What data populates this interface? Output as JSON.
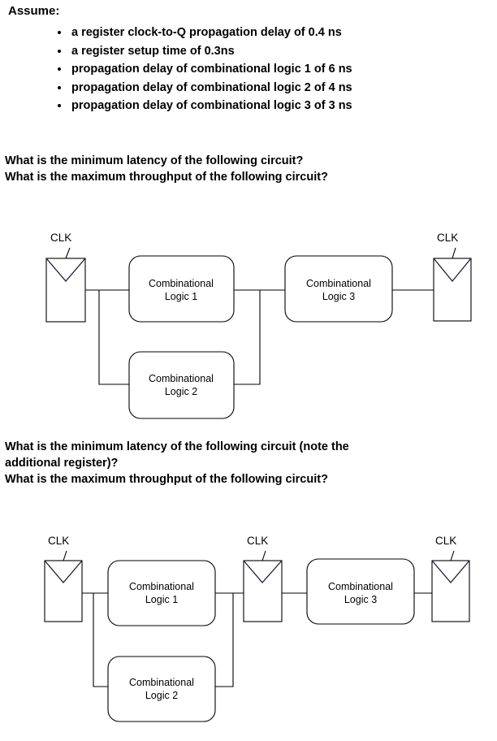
{
  "assume": {
    "heading": "Assume:",
    "items": [
      "a register clock-to-Q propagation delay of 0.4 ns",
      "a register setup time of 0.3ns",
      "propagation delay of combinational logic 1 of 6 ns",
      "propagation delay of combinational logic 2 of 4 ns",
      "propagation delay of combinational logic 3 of 3 ns"
    ]
  },
  "questions": {
    "q1_line1": "What is the minimum latency of the following circuit?",
    "q1_line2": "What is the maximum throughput of the following circuit?",
    "q2_line1": "What is the minimum latency of the following circuit (note the",
    "q2_line2": "additional register)?",
    "q2_line3": "What is the maximum throughput of the following circuit?"
  },
  "diagram1": {
    "clk_left": "CLK",
    "clk_right": "CLK",
    "logic1_line1": "Combinational",
    "logic1_line2": "Logic 1",
    "logic2_line1": "Combinational",
    "logic2_line2": "Logic 2",
    "logic3_line1": "Combinational",
    "logic3_line2": "Logic 3"
  },
  "diagram2": {
    "clk_left": "CLK",
    "clk_mid": "CLK",
    "clk_right": "CLK",
    "logic1_line1": "Combinational",
    "logic1_line2": "Logic 1",
    "logic2_line1": "Combinational",
    "logic2_line2": "Logic 2",
    "logic3_line1": "Combinational",
    "logic3_line2": "Logic 3"
  },
  "colors": {
    "ink": "#000000",
    "paper": "#ffffff"
  }
}
